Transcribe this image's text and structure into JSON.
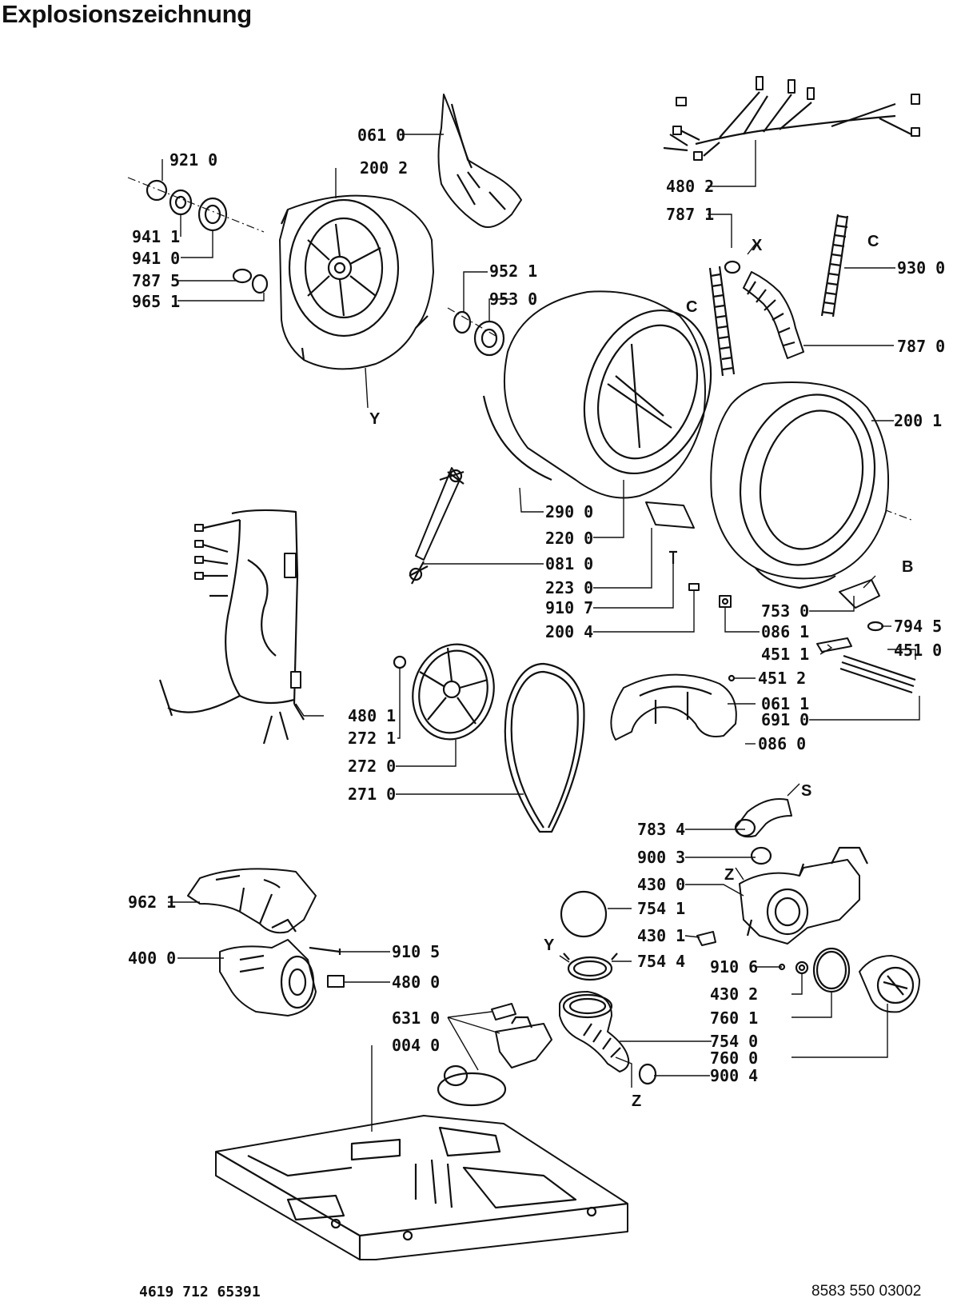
{
  "title": "Explosionszeichnung",
  "footer": {
    "left_code": "4619 712 65391",
    "right_code": "8583 550 03002"
  },
  "part_labels": [
    {
      "id": "p1",
      "text": "061 0"
    },
    {
      "id": "p2",
      "text": "921 0"
    },
    {
      "id": "p3",
      "text": "200 2"
    },
    {
      "id": "p4",
      "text": "480 2"
    },
    {
      "id": "p5",
      "text": "787 1"
    },
    {
      "id": "p6",
      "text": "941 1"
    },
    {
      "id": "p7",
      "text": "941 0"
    },
    {
      "id": "p8",
      "text": "787 5"
    },
    {
      "id": "p9",
      "text": "965 1"
    },
    {
      "id": "p10",
      "text": "952 1"
    },
    {
      "id": "p11",
      "text": "953 0"
    },
    {
      "id": "p12",
      "text": "930 0"
    },
    {
      "id": "p13",
      "text": "787 0"
    },
    {
      "id": "p14",
      "text": "200 1"
    },
    {
      "id": "p15",
      "text": "290 0"
    },
    {
      "id": "p16",
      "text": "220 0"
    },
    {
      "id": "p17",
      "text": "081 0"
    },
    {
      "id": "p18",
      "text": "223 0"
    },
    {
      "id": "p19",
      "text": "910 7"
    },
    {
      "id": "p20",
      "text": "200 4"
    },
    {
      "id": "p21",
      "text": "753 0"
    },
    {
      "id": "p22",
      "text": "086 1"
    },
    {
      "id": "p23",
      "text": "794 5"
    },
    {
      "id": "p24",
      "text": "451 1"
    },
    {
      "id": "p25",
      "text": "451 0"
    },
    {
      "id": "p26",
      "text": "451 2"
    },
    {
      "id": "p27",
      "text": "061 1"
    },
    {
      "id": "p28",
      "text": "691 0"
    },
    {
      "id": "p29",
      "text": "086 0"
    },
    {
      "id": "p30",
      "text": "480 1"
    },
    {
      "id": "p31",
      "text": "272 1"
    },
    {
      "id": "p32",
      "text": "272 0"
    },
    {
      "id": "p33",
      "text": "271 0"
    },
    {
      "id": "p34",
      "text": "783 4"
    },
    {
      "id": "p35",
      "text": "900 3"
    },
    {
      "id": "p36",
      "text": "430 0"
    },
    {
      "id": "p37",
      "text": "754 1"
    },
    {
      "id": "p38",
      "text": "430 1"
    },
    {
      "id": "p39",
      "text": "754 4"
    },
    {
      "id": "p40",
      "text": "910 6"
    },
    {
      "id": "p41",
      "text": "430 2"
    },
    {
      "id": "p42",
      "text": "760 1"
    },
    {
      "id": "p43",
      "text": "754 0"
    },
    {
      "id": "p44",
      "text": "760 0"
    },
    {
      "id": "p45",
      "text": "900 4"
    },
    {
      "id": "p46",
      "text": "962 1"
    },
    {
      "id": "p47",
      "text": "400 0"
    },
    {
      "id": "p48",
      "text": "910 5"
    },
    {
      "id": "p49",
      "text": "480 0"
    },
    {
      "id": "p50",
      "text": "631 0"
    },
    {
      "id": "p51",
      "text": "004 0"
    }
  ],
  "letter_markers": [
    {
      "id": "m1",
      "text": "X"
    },
    {
      "id": "m2",
      "text": "C"
    },
    {
      "id": "m3",
      "text": "C"
    },
    {
      "id": "m4",
      "text": "Y"
    },
    {
      "id": "m5",
      "text": "B"
    },
    {
      "id": "m6",
      "text": "S"
    },
    {
      "id": "m7",
      "text": "Z"
    },
    {
      "id": "m8",
      "text": "Y"
    },
    {
      "id": "m9",
      "text": "Z"
    }
  ]
}
